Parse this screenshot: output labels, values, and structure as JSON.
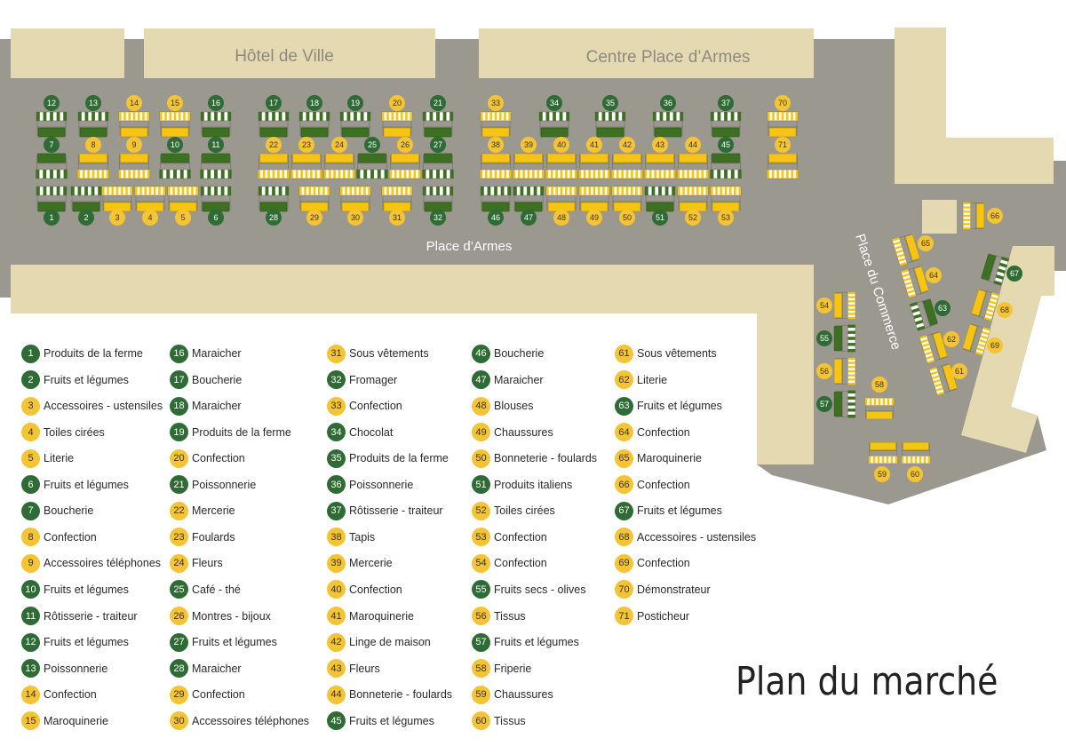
{
  "title": "Plan du marché",
  "colors": {
    "road": "#9b998f",
    "building": "#e4d9b1",
    "building_text": "#8d8a80",
    "green": "#3d7021",
    "green_circle": "#2f6b35",
    "yellow": "#f6c513",
    "yellow_circle": "#f4c434"
  },
  "map": {
    "buildings": {
      "hotel_de_ville": "Hôtel de Ville",
      "centre": "Centre Place d’Armes"
    },
    "squares": {
      "place_armes": "Place d’Armes",
      "place_commerce": "Place du Commerce"
    }
  },
  "legend": [
    {
      "n": "1",
      "label": "Produits de la ferme",
      "color": "green"
    },
    {
      "n": "2",
      "label": "Fruits et légumes",
      "color": "green"
    },
    {
      "n": "3",
      "label": "Accessoires - ustensiles",
      "color": "yellow"
    },
    {
      "n": "4",
      "label": "Toiles cirées",
      "color": "yellow"
    },
    {
      "n": "5",
      "label": "Literie",
      "color": "yellow"
    },
    {
      "n": "6",
      "label": "Fruits et légumes",
      "color": "green"
    },
    {
      "n": "7",
      "label": "Boucherie",
      "color": "green"
    },
    {
      "n": "8",
      "label": "Confection",
      "color": "yellow"
    },
    {
      "n": "9",
      "label": "Accessoires téléphones",
      "color": "yellow"
    },
    {
      "n": "10",
      "label": "Fruits et légumes",
      "color": "green"
    },
    {
      "n": "11",
      "label": "Rôtisserie - traiteur",
      "color": "green"
    },
    {
      "n": "12",
      "label": "Fruits et légumes",
      "color": "green"
    },
    {
      "n": "13",
      "label": "Poissonnerie",
      "color": "green"
    },
    {
      "n": "14",
      "label": "Confection",
      "color": "yellow"
    },
    {
      "n": "15",
      "label": "Maroquinerie",
      "color": "yellow"
    },
    {
      "n": "16",
      "label": "Maraicher",
      "color": "green"
    },
    {
      "n": "17",
      "label": "Boucherie",
      "color": "green"
    },
    {
      "n": "18",
      "label": "Maraicher",
      "color": "green"
    },
    {
      "n": "19",
      "label": "Produits de la ferme",
      "color": "green"
    },
    {
      "n": "20",
      "label": "Confection",
      "color": "yellow"
    },
    {
      "n": "21",
      "label": "Poissonnerie",
      "color": "green"
    },
    {
      "n": "22",
      "label": "Mercerie",
      "color": "yellow"
    },
    {
      "n": "23",
      "label": "Foulards",
      "color": "yellow"
    },
    {
      "n": "24",
      "label": "Fleurs",
      "color": "yellow"
    },
    {
      "n": "25",
      "label": "Café - thé",
      "color": "green"
    },
    {
      "n": "26",
      "label": "Montres - bijoux",
      "color": "yellow"
    },
    {
      "n": "27",
      "label": "Fruits et légumes",
      "color": "green"
    },
    {
      "n": "28",
      "label": "Maraicher",
      "color": "green"
    },
    {
      "n": "29",
      "label": "Confection",
      "color": "yellow"
    },
    {
      "n": "30",
      "label": "Accessoires téléphones",
      "color": "yellow"
    },
    {
      "n": "31",
      "label": "Sous vêtements",
      "color": "yellow"
    },
    {
      "n": "32",
      "label": "Fromager",
      "color": "green"
    },
    {
      "n": "33",
      "label": "Confection",
      "color": "yellow"
    },
    {
      "n": "34",
      "label": "Chocolat",
      "color": "green"
    },
    {
      "n": "35",
      "label": "Produits de la ferme",
      "color": "green"
    },
    {
      "n": "36",
      "label": "Poissonnerie",
      "color": "green"
    },
    {
      "n": "37",
      "label": "Rôtisserie - traiteur",
      "color": "green"
    },
    {
      "n": "38",
      "label": "Tapis",
      "color": "yellow"
    },
    {
      "n": "39",
      "label": "Mercerie",
      "color": "yellow"
    },
    {
      "n": "40",
      "label": "Confection",
      "color": "yellow"
    },
    {
      "n": "41",
      "label": "Maroquinerie",
      "color": "yellow"
    },
    {
      "n": "42",
      "label": "Linge de maison",
      "color": "yellow"
    },
    {
      "n": "43",
      "label": "Fleurs",
      "color": "yellow"
    },
    {
      "n": "44",
      "label": "Bonneterie - foulards",
      "color": "yellow"
    },
    {
      "n": "45",
      "label": "Fruits et légumes",
      "color": "green"
    },
    {
      "n": "46",
      "label": "Boucherie",
      "color": "green"
    },
    {
      "n": "47",
      "label": "Maraicher",
      "color": "green"
    },
    {
      "n": "48",
      "label": "Blouses",
      "color": "yellow"
    },
    {
      "n": "49",
      "label": "Chaussures",
      "color": "yellow"
    },
    {
      "n": "50",
      "label": "Bonneterie - foulards",
      "color": "yellow"
    },
    {
      "n": "51",
      "label": "Produits italiens",
      "color": "green"
    },
    {
      "n": "52",
      "label": "Toiles cirées",
      "color": "yellow"
    },
    {
      "n": "53",
      "label": "Confection",
      "color": "yellow"
    },
    {
      "n": "54",
      "label": "Confection",
      "color": "yellow"
    },
    {
      "n": "55",
      "label": "Fruits secs - olives",
      "color": "green"
    },
    {
      "n": "56",
      "label": "Tissus",
      "color": "yellow"
    },
    {
      "n": "57",
      "label": "Fruits et légumes",
      "color": "green"
    },
    {
      "n": "58",
      "label": "Friperie",
      "color": "yellow"
    },
    {
      "n": "59",
      "label": "Chaussures",
      "color": "yellow"
    },
    {
      "n": "60",
      "label": "Tissus",
      "color": "yellow"
    },
    {
      "n": "61",
      "label": "Sous vêtements",
      "color": "yellow"
    },
    {
      "n": "62",
      "label": "Literie",
      "color": "yellow"
    },
    {
      "n": "63",
      "label": "Fruits et légumes",
      "color": "green"
    },
    {
      "n": "64",
      "label": "Confection",
      "color": "yellow"
    },
    {
      "n": "65",
      "label": "Maroquinerie",
      "color": "yellow"
    },
    {
      "n": "66",
      "label": "Confection",
      "color": "yellow"
    },
    {
      "n": "67",
      "label": "Fruits et légumes",
      "color": "green"
    },
    {
      "n": "68",
      "label": "Accessoires - ustensiles",
      "color": "yellow"
    },
    {
      "n": "69",
      "label": "Confection",
      "color": "yellow"
    },
    {
      "n": "70",
      "label": "Démonstrateur",
      "color": "yellow"
    },
    {
      "n": "71",
      "label": "Posticheur",
      "color": "yellow"
    }
  ]
}
